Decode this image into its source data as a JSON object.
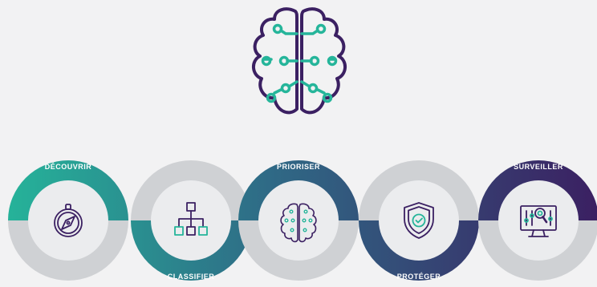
{
  "colors": {
    "brand_purple": "#3b2062",
    "accent_teal": "#25b59a",
    "ring_gray": "#cfd1d4",
    "inner_light": "#ebecee",
    "background": "#f2f2f3"
  },
  "hero": {
    "icon": "brain-circuit-icon"
  },
  "steps": [
    {
      "label": "DÉCOUVRIR",
      "icon": "compass-icon",
      "label_position": "top"
    },
    {
      "label": "CLASSIFIER",
      "icon": "hierarchy-icon",
      "label_position": "bottom"
    },
    {
      "label": "PRIORISER",
      "icon": "brain-circuit-icon",
      "label_position": "top"
    },
    {
      "label": "PROTÉGER",
      "icon": "shield-check-icon",
      "label_position": "bottom"
    },
    {
      "label": "SURVEILLER",
      "icon": "monitor-search-icon",
      "label_position": "top"
    }
  ]
}
